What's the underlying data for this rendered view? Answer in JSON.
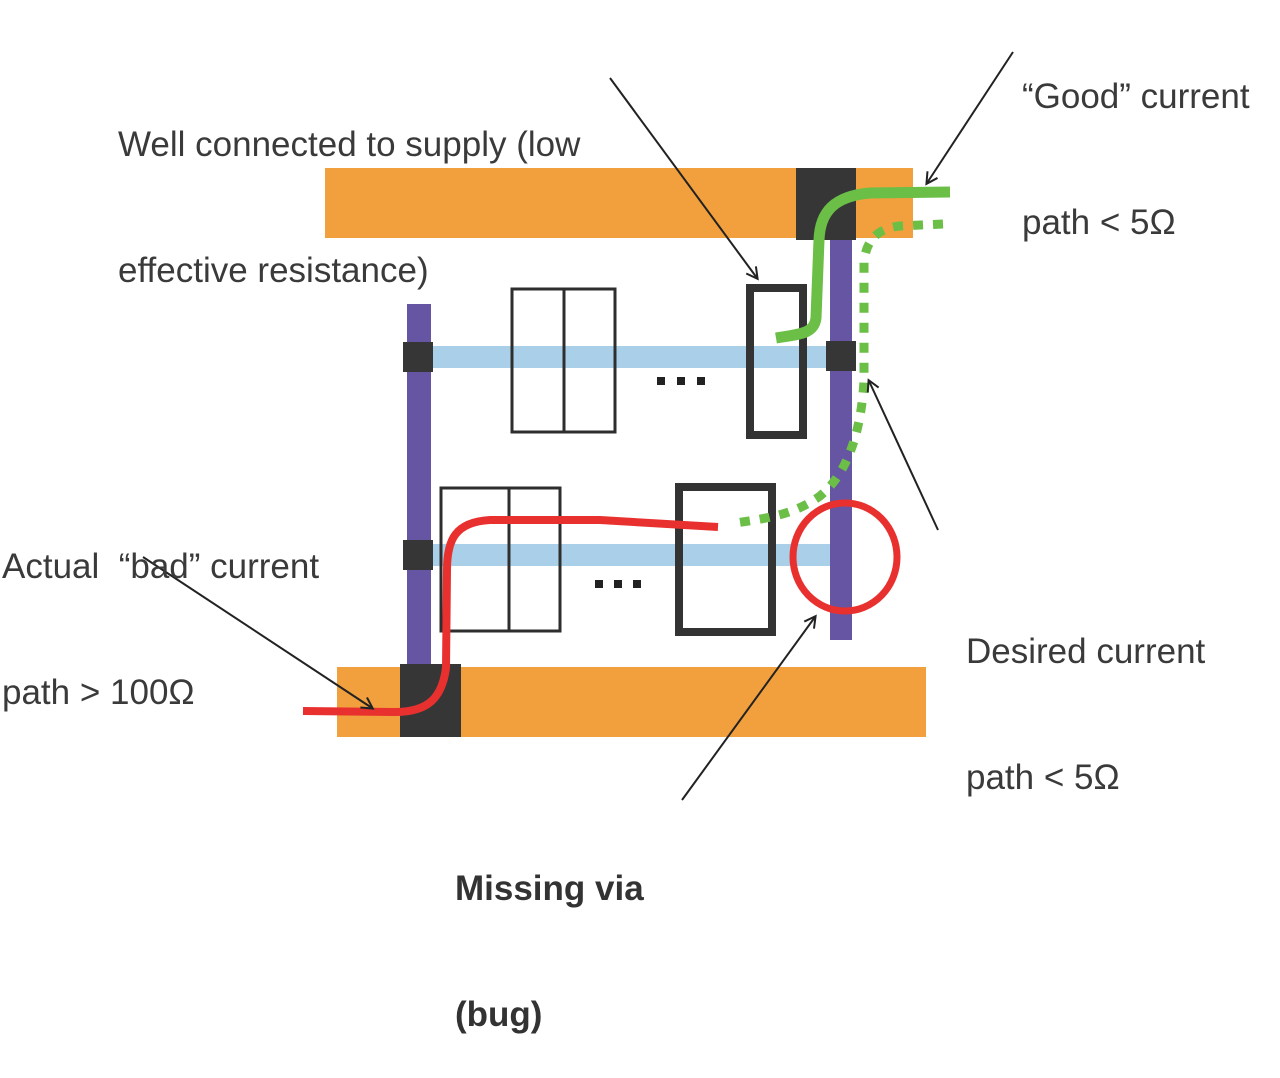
{
  "colors": {
    "supply_rail": "#F2A03D",
    "vertical_strap": "#6655A3",
    "via": "#363636",
    "horizontal_wire": "#A9D0E8",
    "cell_outline": "#2E2E2E",
    "good_path": "#6BBF46",
    "bad_path": "#E8312F",
    "missing_via_marker": "#E8312F",
    "arrow": "#222222",
    "text": "#3a3a3a"
  },
  "annotations": {
    "well_connected": {
      "line1": "Well connected to supply (low",
      "line2": "effective resistance)"
    },
    "good_path": {
      "line1": "“Good” current",
      "line2": "path < 5Ω"
    },
    "bad_path": {
      "line1": "Actual  “bad” current",
      "line2": "path > 100Ω"
    },
    "desired_path": {
      "line1": "Desired current",
      "line2": "path < 5Ω"
    },
    "missing_via": {
      "line1": "Missing via",
      "line2": "(bug)"
    }
  },
  "ellipsis_rows": [
    "…",
    "…"
  ],
  "legend_semantics": {
    "supply_rail": "power supply rail",
    "vertical_strap": "vertical power strap",
    "via": "via connection",
    "horizontal_wire": "horizontal power wire",
    "good_path": "good current path (solid green)",
    "desired_path": "desired current path (dotted green)",
    "bad_path": "actual bad current path (red)",
    "missing_via_marker": "missing via circled (red)"
  }
}
